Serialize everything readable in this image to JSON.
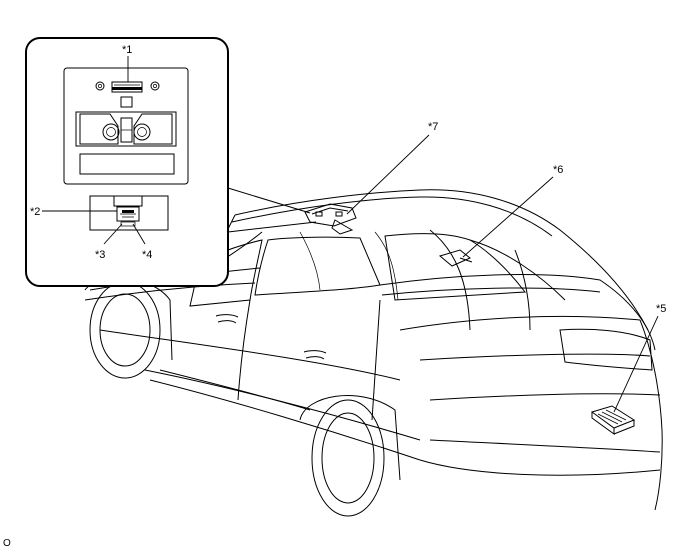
{
  "callouts": {
    "c1": "*1",
    "c2": "*2",
    "c3": "*3",
    "c4": "*4",
    "c5": "*5",
    "c6": "*6",
    "c7": "*7"
  },
  "footer_code": "O"
}
